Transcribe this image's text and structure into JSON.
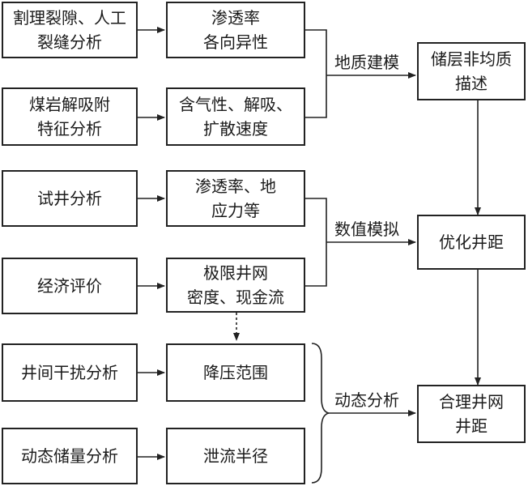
{
  "left_boxes": [
    [
      "割理裂隙、人工",
      "裂缝分析"
    ],
    [
      "煤岩解吸附",
      "特征分析"
    ],
    [
      "试井分析"
    ],
    [
      "经济评价"
    ],
    [
      "井间干扰分析"
    ],
    [
      "动态储量分析"
    ]
  ],
  "mid_boxes": [
    [
      "渗透率",
      "各向异性"
    ],
    [
      "含气性、解吸、",
      "扩散速度"
    ],
    [
      "渗透率、地",
      "应力等"
    ],
    [
      "极限井网",
      "密度、现金流"
    ],
    [
      "降压范围"
    ],
    [
      "泄流半径"
    ]
  ],
  "right_boxes": [
    [
      "储层非均质",
      "描述"
    ],
    [
      "优化井距"
    ],
    [
      "合理井网",
      "井距"
    ]
  ],
  "labels": {
    "geo_modeling": "地质建模",
    "numerical_sim": "数值模拟",
    "dynamic_analysis": "动态分析"
  }
}
